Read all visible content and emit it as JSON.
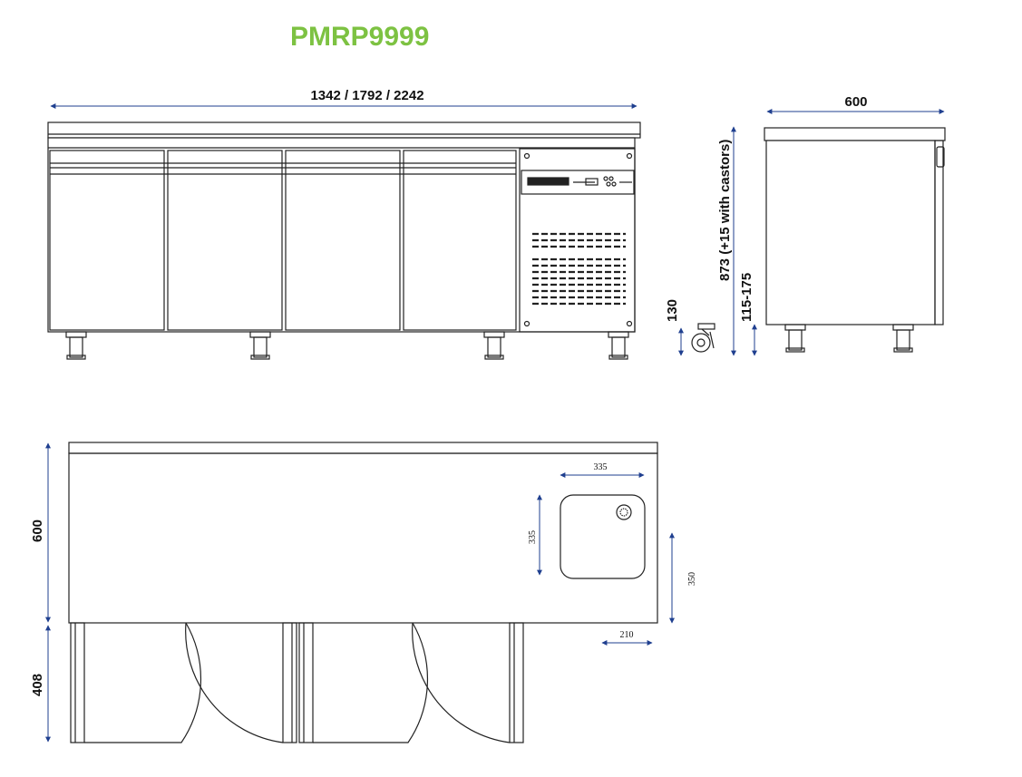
{
  "title": "PMRP9999",
  "colors": {
    "title": "#7dc242",
    "dimension_arrow": "#1f3f8f",
    "outline": "#222222"
  },
  "front_view": {
    "width_label": "1342 / 1792 / 2242",
    "height_label": "873 (+15 with castors)",
    "castor_label": "130",
    "feet_label": "115-175",
    "control_panel_icons": [
      "brand-logo-icon",
      "display-icon",
      "buttons-icon"
    ]
  },
  "side_view": {
    "depth_label": "600"
  },
  "top_view": {
    "depth_label": "600",
    "door_swing_label": "408",
    "sink_width_label": "335",
    "sink_depth_label": "335",
    "sink_offset_label": "350",
    "sink_side_label": "210"
  }
}
